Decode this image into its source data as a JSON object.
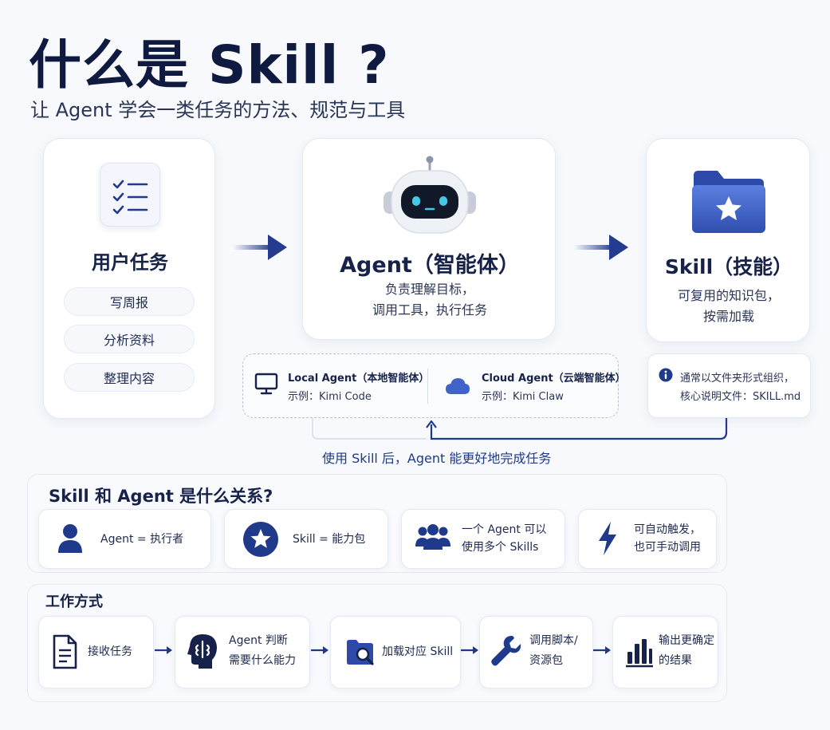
{
  "header": {
    "title": "什么是 Skill ?",
    "subtitle": "让 Agent 学会一类任务的方法、规范与工具"
  },
  "user_task": {
    "title": "用户任务",
    "items": [
      "写周报",
      "分析资料",
      "整理内容"
    ]
  },
  "agent": {
    "title": "Agent（智能体）",
    "desc_line1": "负责理解目标，",
    "desc_line2": "调用工具，执行任务"
  },
  "skill": {
    "title": "Skill（技能）",
    "desc_line1": "可复用的知识包，",
    "desc_line2": "按需加载"
  },
  "agent_types": [
    {
      "name": "Local Agent（本地智能体）",
      "example": "示例：Kimi Code",
      "icon": "monitor-icon"
    },
    {
      "name": "Cloud Agent（云端智能体）",
      "example": "示例：Kimi Claw",
      "icon": "cloud-icon"
    }
  ],
  "skill_note": {
    "line1": "通常以文件夹形式组织，",
    "line2": "核心说明文件：SKILL.md",
    "icon": "info-icon"
  },
  "feedback": "使用 Skill 后，Agent 能更好地完成任务",
  "relation": {
    "title": "Skill 和 Agent 是什么关系?",
    "cards": [
      {
        "line1": "Agent = 执行者",
        "line2": "",
        "icon": "person-icon"
      },
      {
        "line1": "Skill = 能力包",
        "line2": "",
        "icon": "star-badge-icon"
      },
      {
        "line1": "一个 Agent 可以",
        "line2": "使用多个 Skills",
        "icon": "group-icon"
      },
      {
        "line1": "可自动触发，",
        "line2": "也可手动调用",
        "icon": "lightning-icon"
      }
    ]
  },
  "workflow": {
    "title": "工作方式",
    "steps": [
      {
        "line1": "接收任务",
        "line2": "",
        "icon": "document-icon"
      },
      {
        "line1": "Agent 判断",
        "line2": "需要什么能力",
        "icon": "brain-icon"
      },
      {
        "line1": "加载对应 Skill",
        "line2": "",
        "icon": "folder-search-icon"
      },
      {
        "line1": "调用脚本/",
        "line2": "资源包",
        "icon": "wrench-icon"
      },
      {
        "line1": "输出更确定",
        "line2": "的结果",
        "icon": "bar-chart-icon"
      }
    ]
  },
  "colors": {
    "navy": "#16224a",
    "accent": "#243b8f",
    "link": "#1e3a8a",
    "folder": "#3f63c9"
  }
}
